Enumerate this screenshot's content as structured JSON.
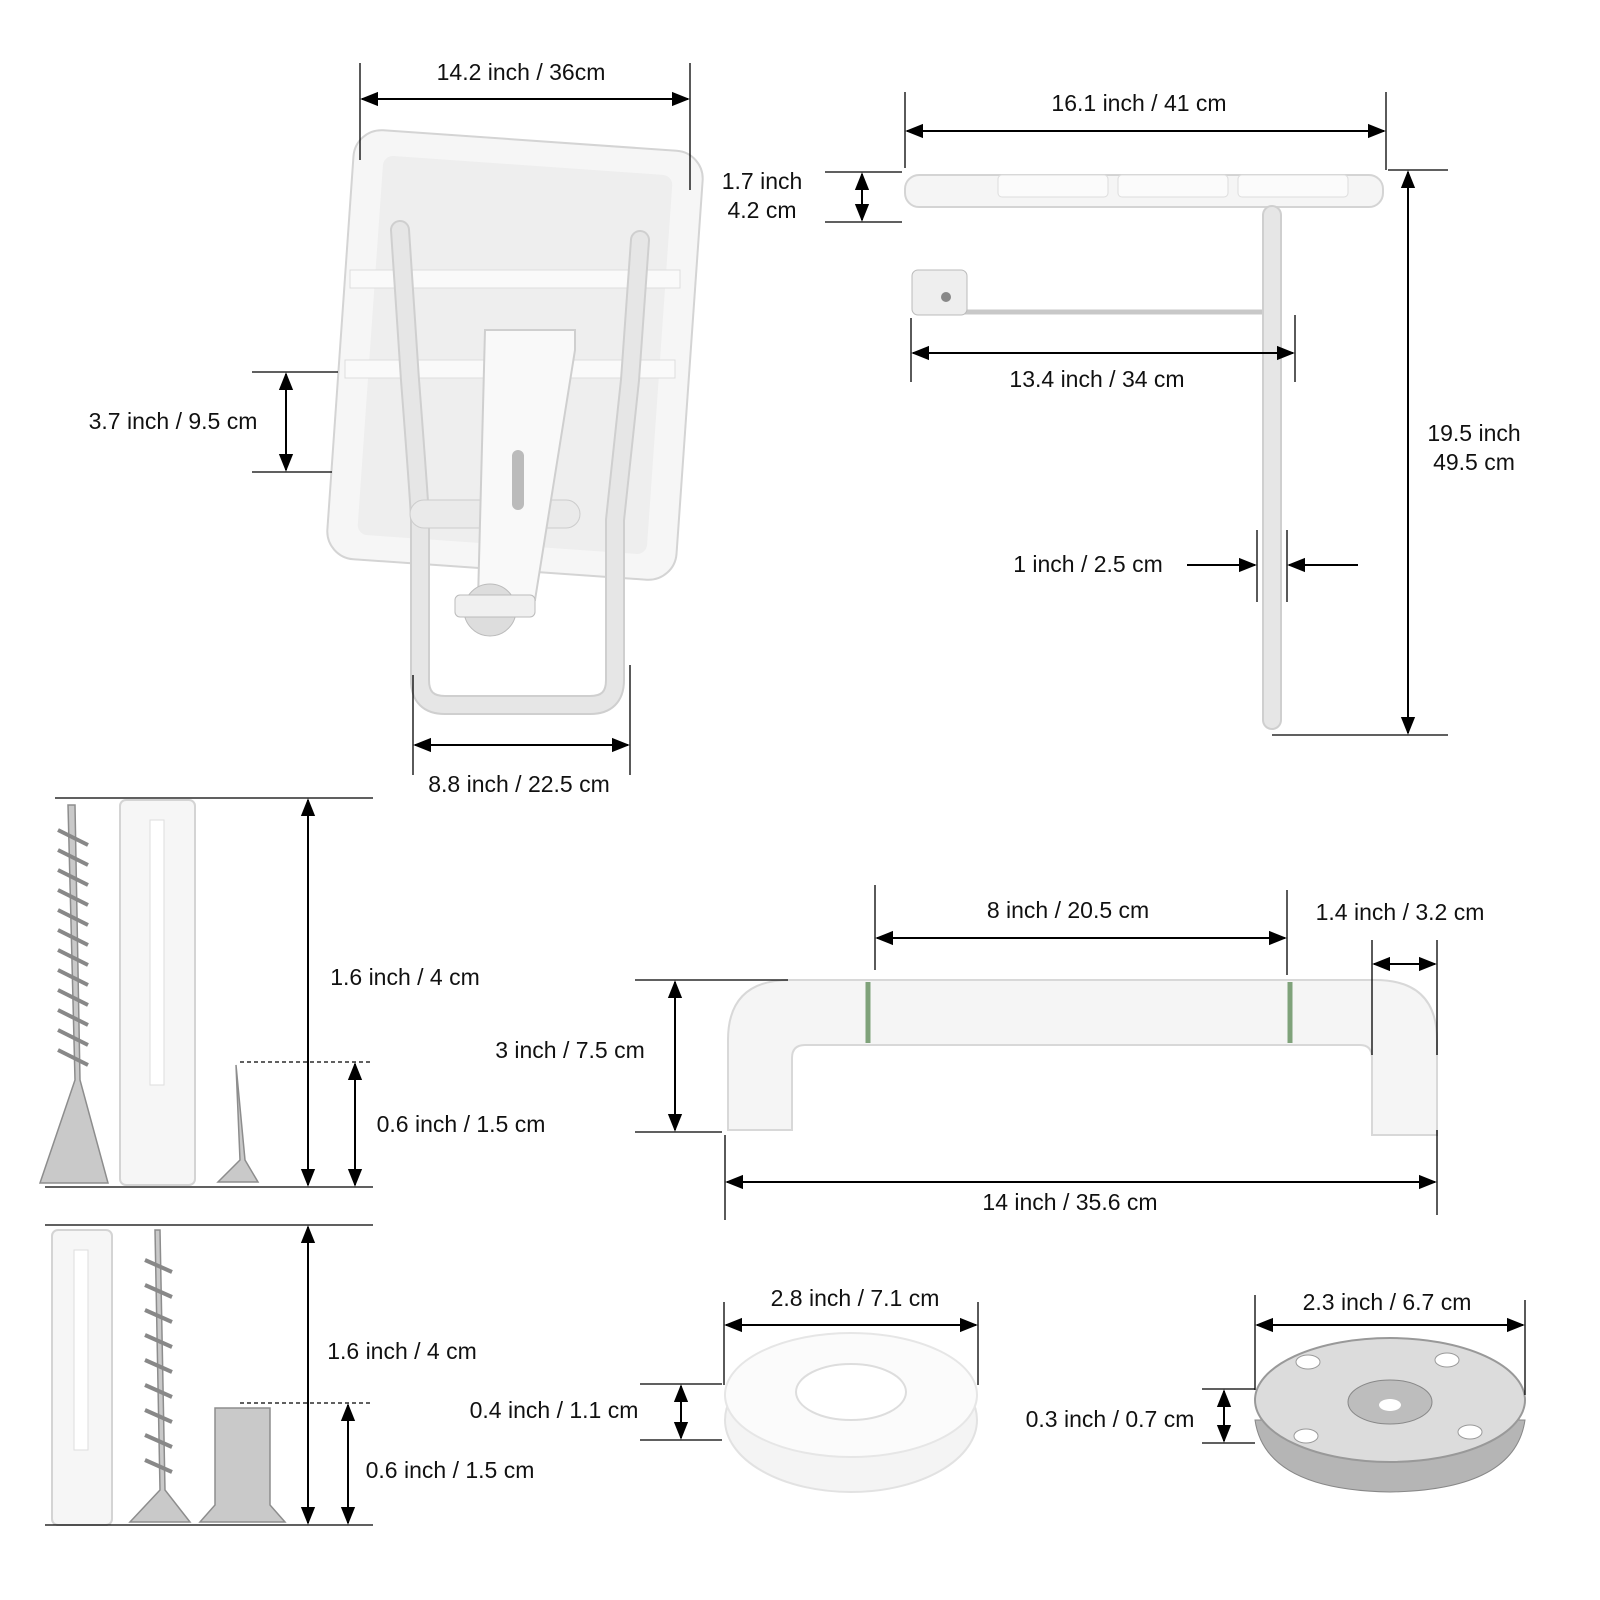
{
  "seat_front": {
    "width": "14.2 inch / 36cm",
    "slat_height": "3.7 inch / 9.5 cm",
    "frame_width": "8.8 inch / 22.5 cm"
  },
  "seat_side": {
    "depth": "16.1 inch / 41 cm",
    "thickness_inch": "1.7 inch",
    "thickness_cm": "4.2 cm",
    "brace": "13.4 inch / 34 cm",
    "height_inch": "19.5 inch",
    "height_cm": "49.5 cm",
    "leg": "1 inch / 2.5 cm"
  },
  "anchor_kit_1": {
    "length": "1.6 inch / 4 cm",
    "small_screw": "0.6 inch / 1.5 cm"
  },
  "grab_bar": {
    "grip": "8 inch / 20.5 cm",
    "tube": "1.4 inch / 3.2 cm",
    "height": "3 inch / 7.5 cm",
    "length": "14 inch / 35.6 cm",
    "accent_color": "#7fa27a"
  },
  "anchor_kit_2": {
    "length": "1.6 inch / 4 cm",
    "insert": "0.6 inch / 1.5 cm"
  },
  "cover_plate": {
    "diameter": "2.8 inch / 7.1 cm",
    "thickness": "0.4 inch / 1.1 cm"
  },
  "base_plate": {
    "diameter": "2.3 inch / 6.7 cm",
    "thickness": "0.3 inch / 0.7 cm"
  }
}
